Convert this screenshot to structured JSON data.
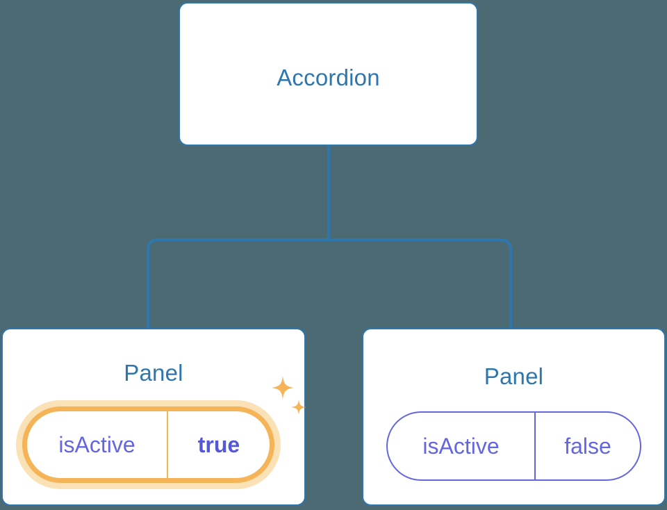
{
  "diagram": {
    "type": "component-tree",
    "background_color": "#4c6a74",
    "node_border_color": "#2e77ae",
    "node_title_color": "#2e77ae",
    "connector_color": "#2e77ae",
    "prop_color": "#6366e0",
    "highlight_color": "#f4b457",
    "highlight_glow_color": "#fbe2b6",
    "highlight_value_color": "#5457d6",
    "nodes": {
      "root": {
        "title": "Accordion"
      },
      "panel_left": {
        "title": "Panel",
        "prop": {
          "key": "isActive",
          "value": "true",
          "highlighted": true
        },
        "decoration": "sparkles-icon"
      },
      "panel_right": {
        "title": "Panel",
        "prop": {
          "key": "isActive",
          "value": "false",
          "highlighted": false
        }
      }
    },
    "edges": [
      {
        "from": "root",
        "to": "panel_left"
      },
      {
        "from": "root",
        "to": "panel_right"
      }
    ]
  }
}
